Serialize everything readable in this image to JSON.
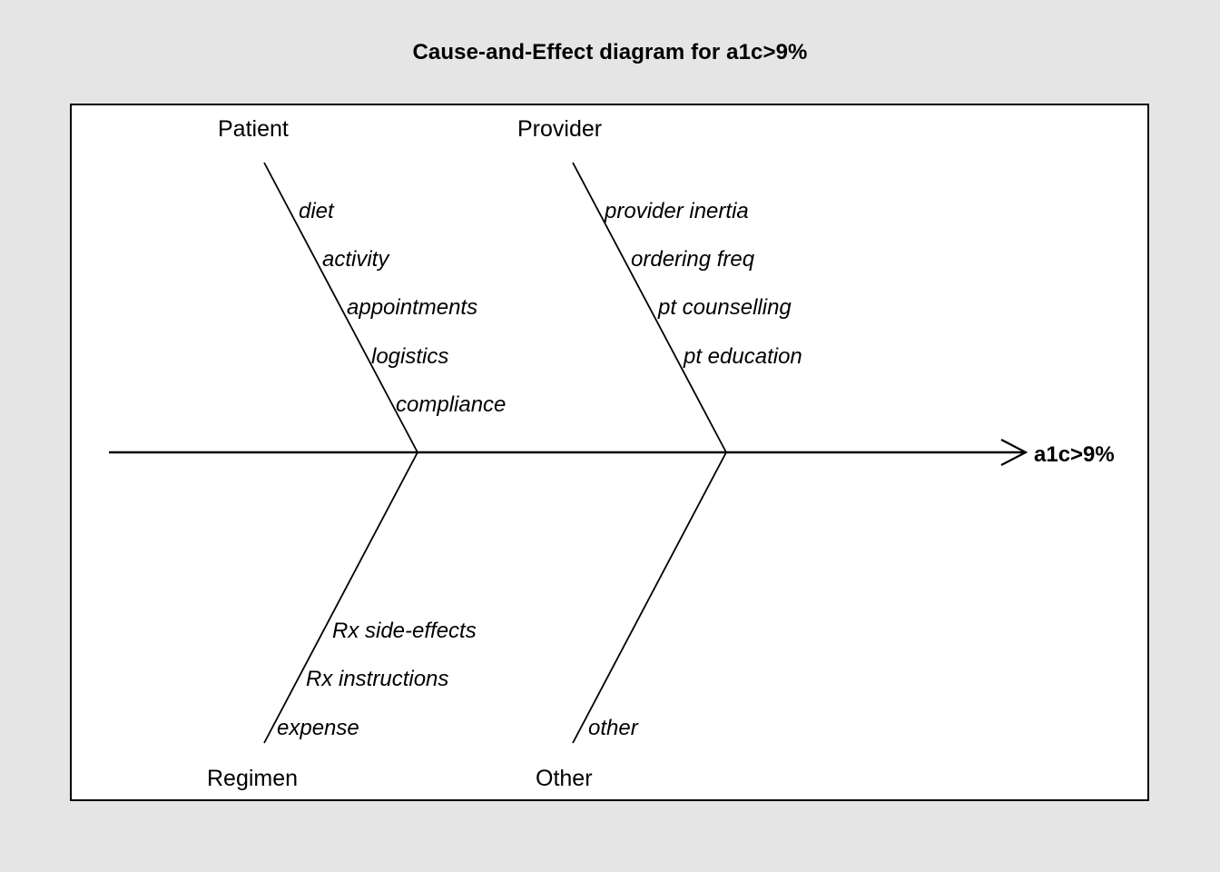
{
  "title": "Cause-and-Effect diagram for a1c>9%",
  "effect": "a1c>9%",
  "colors": {
    "background": "#e5e5e5",
    "plot_background": "#ffffff",
    "line": "#000000",
    "text": "#000000"
  },
  "diagram": {
    "type": "fishbone-cause-and-effect",
    "spine_label": "a1c>9%",
    "categories": [
      {
        "name": "Patient",
        "position": "top-left",
        "causes": [
          "diet",
          "activity",
          "appointments",
          "logistics",
          "compliance"
        ]
      },
      {
        "name": "Provider",
        "position": "top-right",
        "causes": [
          "provider inertia",
          "ordering freq",
          "pt counselling",
          "pt education"
        ]
      },
      {
        "name": "Regimen",
        "position": "bottom-left",
        "causes": [
          "Rx side-effects",
          "Rx instructions",
          "expense"
        ]
      },
      {
        "name": "Other",
        "position": "bottom-right",
        "causes": [
          "other"
        ]
      }
    ]
  }
}
